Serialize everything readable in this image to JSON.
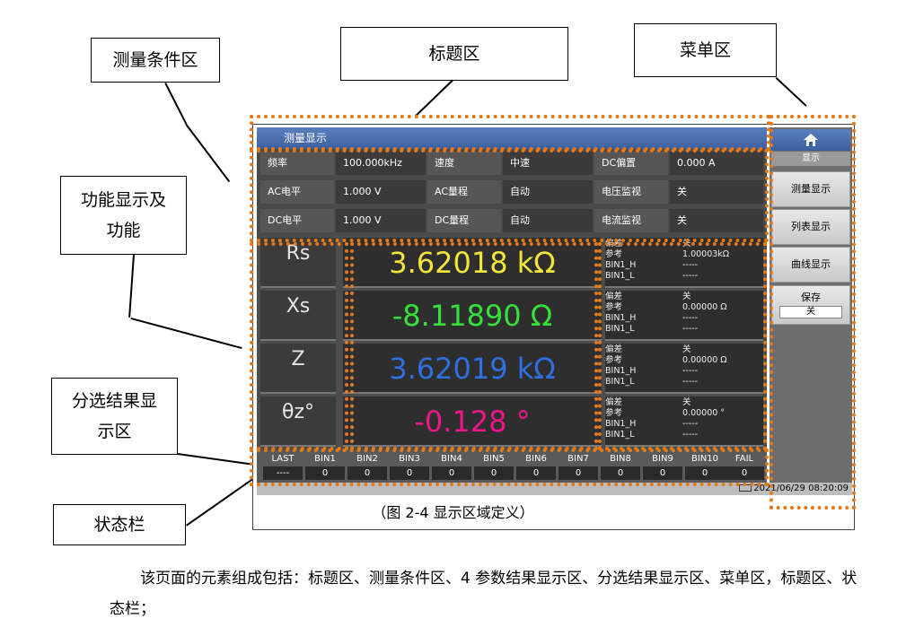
{
  "callouts": {
    "cond_area": "测量条件区",
    "title_area": "标题区",
    "menu_area": "菜单区",
    "func_line1": "功能显示及",
    "func_line2": "功能",
    "bin_line1": "分选结果显",
    "bin_line2": "示区",
    "status_bar": "状态栏"
  },
  "screen": {
    "title": "测量显示",
    "conditions": [
      [
        {
          "label": "频率",
          "value": "100.000kHz"
        },
        {
          "label": "速度",
          "value": "中速"
        },
        {
          "label": "DC偏置",
          "value": "0.000 A"
        }
      ],
      [
        {
          "label": "AC电平",
          "value": "1.000 V"
        },
        {
          "label": "AC量程",
          "value": "自动"
        },
        {
          "label": "电压监视",
          "value": "关"
        }
      ],
      [
        {
          "label": "DC电平",
          "value": "1.000 V"
        },
        {
          "label": "DC量程",
          "value": "自动"
        },
        {
          "label": "电流监视",
          "value": "关"
        }
      ]
    ],
    "results": [
      {
        "param": "Rs",
        "value": "3.62018 kΩ",
        "color": "#f2e63a",
        "side": [
          [
            "偏差",
            "关"
          ],
          [
            "参考",
            "1.00003kΩ"
          ],
          [
            "BIN1_H",
            "-----"
          ],
          [
            "BIN1_L",
            "-----"
          ]
        ]
      },
      {
        "param": "Xs",
        "value": "-8.11890  Ω",
        "color": "#35e03a",
        "side": [
          [
            "偏差",
            "关"
          ],
          [
            "参考",
            "0.00000 Ω"
          ],
          [
            "BIN1_H",
            "-----"
          ],
          [
            "BIN1_L",
            "-----"
          ]
        ]
      },
      {
        "param": "Z",
        "value": "3.62019 kΩ",
        "color": "#2f6fe0",
        "side": [
          [
            "偏差",
            "关"
          ],
          [
            "参考",
            "0.00000 Ω"
          ],
          [
            "BIN1_H",
            "-----"
          ],
          [
            "BIN1_L",
            "-----"
          ]
        ]
      },
      {
        "param": "θz°",
        "value": "-0.128  °",
        "color": "#f0168a",
        "side": [
          [
            "偏差",
            "关"
          ],
          [
            "参考",
            "0.00000 °"
          ],
          [
            "BIN1_H",
            "-----"
          ],
          [
            "BIN1_L",
            "-----"
          ]
        ]
      }
    ],
    "bins": [
      {
        "label": "LAST",
        "value": "----"
      },
      {
        "label": "BIN1",
        "value": "0"
      },
      {
        "label": "BIN2",
        "value": "0"
      },
      {
        "label": "BIN3",
        "value": "0"
      },
      {
        "label": "BIN4",
        "value": "0"
      },
      {
        "label": "BIN5",
        "value": "0"
      },
      {
        "label": "BIN6",
        "value": "0"
      },
      {
        "label": "BIN7",
        "value": "0"
      },
      {
        "label": "BIN8",
        "value": "0"
      },
      {
        "label": "BIN9",
        "value": "0"
      },
      {
        "label": "BIN10",
        "value": "0"
      },
      {
        "label": "FAIL",
        "value": "0"
      }
    ],
    "menu": {
      "home_icon": "home-icon",
      "header": "显示",
      "items": [
        "测量显示",
        "列表显示",
        "曲线显示"
      ],
      "save_label": "保存",
      "save_state": "关"
    },
    "datetime": "2021/06/29 08:20:09",
    "usb_icon": "usb-icon"
  },
  "caption": "（图 2-4 显示区域定义）",
  "paragraph": "该页面的元素组成包括：标题区、测量条件区、4 参数结果显示区、分选结果显示区、菜单区，标题区、状态栏；",
  "colors": {
    "highlight_dash": "#e07a1a",
    "title_bar": "#4a6fb0"
  }
}
